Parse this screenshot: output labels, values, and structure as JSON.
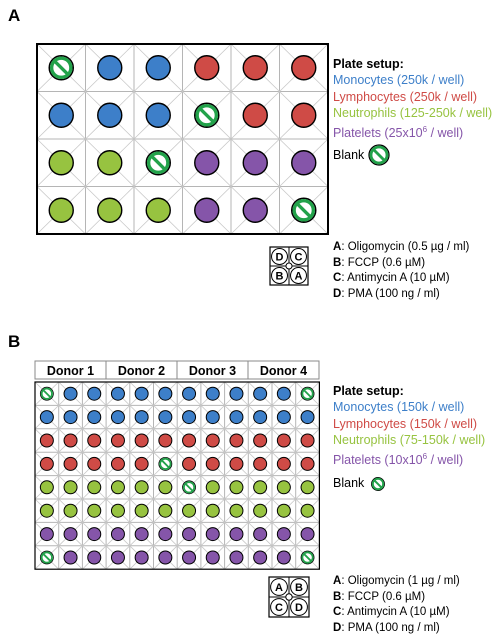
{
  "colors": {
    "Mono": "#3d7fc9",
    "Lymph": "#cf4b46",
    "Neut": "#97c340",
    "Plt": "#8555a9",
    "blank_stroke": "#22a24a"
  },
  "panels": [
    {
      "label": "A",
      "legend": {
        "heading": "Plate setup:",
        "items": [
          {
            "pre": "Monocytes (250k / well)",
            "sup": "",
            "post": "",
            "color": "#3d7fc9"
          },
          {
            "pre": "Lymphocytes (250k / well)",
            "sup": "",
            "post": "",
            "color": "#cf4b46"
          },
          {
            "pre": "Neutrophils (125-250k / well)",
            "sup": "",
            "post": "",
            "color": "#97c340"
          },
          {
            "pre": "Platelets (25x10",
            "sup": "6",
            "post": " / well)",
            "color": "#8555a9"
          }
        ],
        "blank": "Blank"
      },
      "plate": {
        "rows": [
          [
            "B",
            "Mono",
            "Mono",
            "Lymph",
            "Lymph",
            "Lymph"
          ],
          [
            "Mono",
            "Mono",
            "Mono",
            "B",
            "Lymph",
            "Lymph"
          ],
          [
            "Neut",
            "Neut",
            "B",
            "Plt",
            "Plt",
            "Plt"
          ],
          [
            "Neut",
            "Neut",
            "Neut",
            "Plt",
            "Plt",
            "B"
          ]
        ]
      },
      "port_key": [
        "D",
        "C",
        "B",
        "A"
      ],
      "compounds": [
        {
          "letter": "A",
          "text": ": Oligomycin (0.5 µg / ml)"
        },
        {
          "letter": "B",
          "text": ": FCCP (0.6 µM)"
        },
        {
          "letter": "C",
          "text": ": Antimycin A (10 µM)"
        },
        {
          "letter": "D",
          "text": ": PMA (100 ng / ml)"
        }
      ]
    },
    {
      "label": "B",
      "donors": [
        "Donor 1",
        "Donor 2",
        "Donor 3",
        "Donor 4"
      ],
      "legend": {
        "heading": "Plate setup:",
        "items": [
          {
            "pre": "Monocytes (150k / well)",
            "sup": "",
            "post": "",
            "color": "#3d7fc9"
          },
          {
            "pre": "Lymphocytes (150k / well)",
            "sup": "",
            "post": "",
            "color": "#cf4b46"
          },
          {
            "pre": "Neutrophils (75-150k / well)",
            "sup": "",
            "post": "",
            "color": "#97c340"
          },
          {
            "pre": "Platelets (10x10",
            "sup": "6",
            "post": " / well)",
            "color": "#8555a9"
          }
        ],
        "blank": "Blank"
      },
      "plate": {
        "rows": [
          [
            "B",
            "Mono",
            "Mono",
            "Mono",
            "Mono",
            "Mono",
            "Mono",
            "Mono",
            "Mono",
            "Mono",
            "Mono",
            "B"
          ],
          [
            "Mono",
            "Mono",
            "Mono",
            "Mono",
            "Mono",
            "Mono",
            "Mono",
            "Mono",
            "Mono",
            "Mono",
            "Mono",
            "Mono"
          ],
          [
            "Lymph",
            "Lymph",
            "Lymph",
            "Lymph",
            "Lymph",
            "Lymph",
            "Lymph",
            "Lymph",
            "Lymph",
            "Lymph",
            "Lymph",
            "Lymph"
          ],
          [
            "Lymph",
            "Lymph",
            "Lymph",
            "Lymph",
            "Lymph",
            "B",
            "Lymph",
            "Lymph",
            "Lymph",
            "Lymph",
            "Lymph",
            "Lymph"
          ],
          [
            "Neut",
            "Neut",
            "Neut",
            "Neut",
            "Neut",
            "Neut",
            "B",
            "Neut",
            "Neut",
            "Neut",
            "Neut",
            "Neut"
          ],
          [
            "Neut",
            "Neut",
            "Neut",
            "Neut",
            "Neut",
            "Neut",
            "Neut",
            "Neut",
            "Neut",
            "Neut",
            "Neut",
            "Neut"
          ],
          [
            "Plt",
            "Plt",
            "Plt",
            "Plt",
            "Plt",
            "Plt",
            "Plt",
            "Plt",
            "Plt",
            "Plt",
            "Plt",
            "Plt"
          ],
          [
            "B",
            "Plt",
            "Plt",
            "Plt",
            "Plt",
            "Plt",
            "Plt",
            "Plt",
            "Plt",
            "Plt",
            "Plt",
            "B"
          ]
        ]
      },
      "port_key": [
        "A",
        "B",
        "C",
        "D"
      ],
      "compounds": [
        {
          "letter": "A",
          "text": ": Oligomycin (1 µg / ml)"
        },
        {
          "letter": "B",
          "text": ": FCCP (0.6 µM)"
        },
        {
          "letter": "C",
          "text": ": Antimycin A (10 µM)"
        },
        {
          "letter": "D",
          "text": ": PMA (100 ng / ml)"
        }
      ]
    }
  ]
}
